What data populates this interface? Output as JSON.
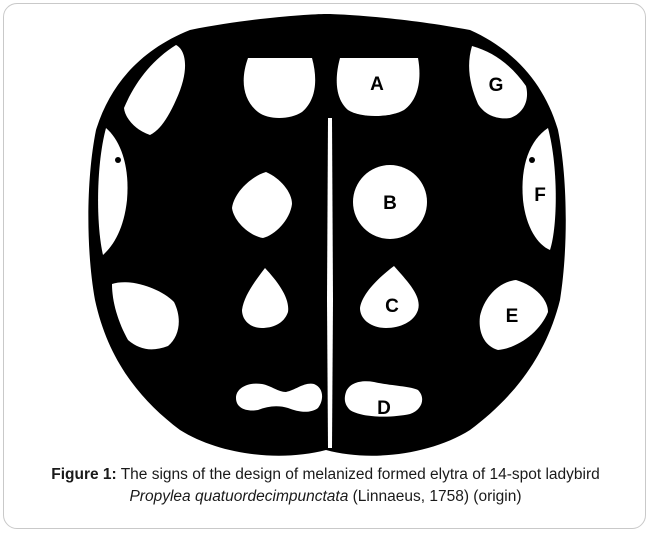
{
  "figure": {
    "spot_labels": {
      "A": "A",
      "B": "B",
      "C": "C",
      "D": "D",
      "E": "E",
      "F": "F",
      "G": "G"
    },
    "caption": {
      "prefix": "Figure 1:",
      "text_before_species": " The signs of the design of melanized formed elytra of 14-spot ladybird ",
      "species": "Propylea quatuordecimpunctata",
      "text_after_species": " (Linnaeus, 1758) (origin)"
    }
  },
  "colors": {
    "elytra": "#000000",
    "spots": "#ffffff",
    "border": "#c9c9c9"
  }
}
